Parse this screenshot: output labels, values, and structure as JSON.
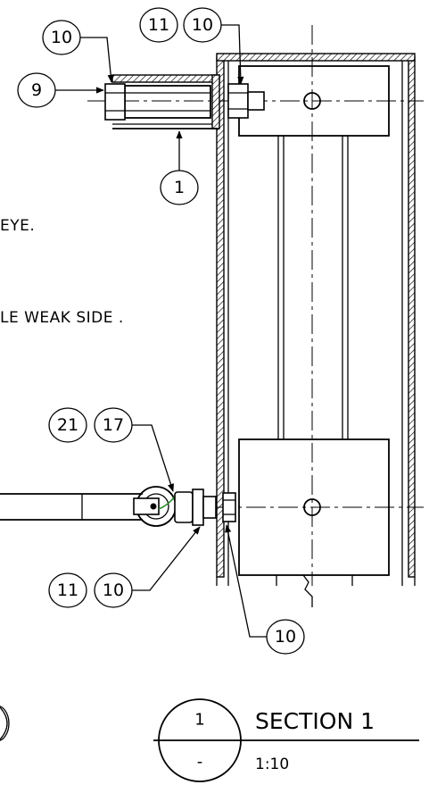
{
  "callouts": {
    "top_left_10": "10",
    "top_left_9": "9",
    "top_right_11": "11",
    "top_right_10": "10",
    "top_below_1": "1",
    "lower_21": "21",
    "lower_17": "17",
    "lower_11": "11",
    "lower_10": "10",
    "bottom_10": "10"
  },
  "notes": {
    "eye": "EYE.",
    "weak_side": "LE WEAK SIDE ."
  },
  "section": {
    "number": "1",
    "sheet": "-",
    "title": "SECTION 1",
    "scale": "1:10"
  }
}
